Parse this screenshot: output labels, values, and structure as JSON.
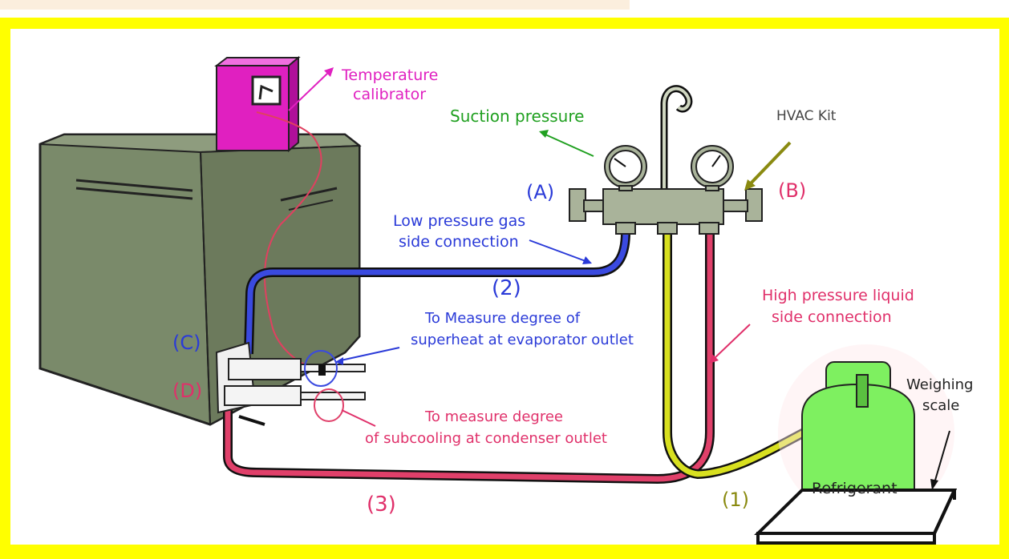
{
  "labels": {
    "temperature_calibrator_line1": "Temperature",
    "temperature_calibrator_line2": "calibrator",
    "suction_pressure": "Suction pressure",
    "hvac_kit": "HVAC Kit",
    "point_a": "(A)",
    "point_b": "(B)",
    "point_c": "(C)",
    "point_d": "(D)",
    "low_pressure_line1": "Low pressure gas",
    "low_pressure_line2": "side connection",
    "hose_2": "(2)",
    "superheat_line1": "To Measure degree of",
    "superheat_line2": "superheat at evaporator outlet",
    "high_pressure_line1": "High pressure liquid",
    "high_pressure_line2": "side connection",
    "subcooling_line1": "To measure degree",
    "subcooling_line2": "of subcooling at condenser outlet",
    "hose_3": "(3)",
    "hose_1": "(1)",
    "weighing_scale_line1": "Weighing",
    "weighing_scale_line2": "scale",
    "refrigerant": "Refrigerant"
  },
  "colors": {
    "frame": "#ffff00",
    "magenta": "#e020c0",
    "green_label": "#20a020",
    "blue": "#2a3ad8",
    "red": "#e0305a",
    "olive": "#8a8a10",
    "unit_body": "#7a8a6a",
    "manifold": "#a9b39a",
    "cylinder": "#7ef060",
    "yellow_hose": "#d8e020"
  }
}
